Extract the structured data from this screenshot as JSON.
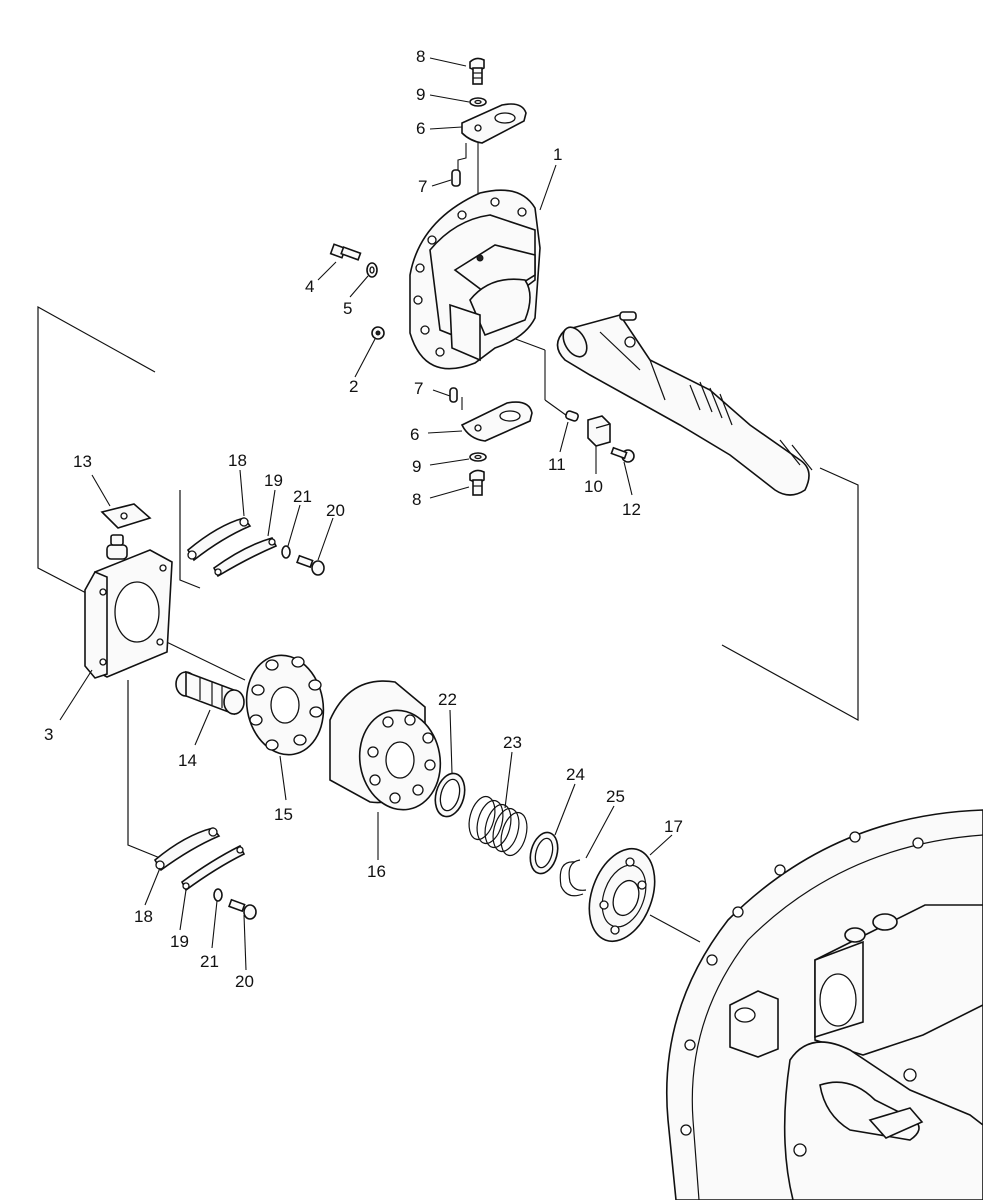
{
  "callouts": [
    {
      "id": "c8a",
      "text": "8"
    },
    {
      "id": "c9a",
      "text": "9"
    },
    {
      "id": "c6a",
      "text": "6"
    },
    {
      "id": "c7a",
      "text": "7"
    },
    {
      "id": "c1",
      "text": "1"
    },
    {
      "id": "c4",
      "text": "4"
    },
    {
      "id": "c5",
      "text": "5"
    },
    {
      "id": "c2",
      "text": "2"
    },
    {
      "id": "c7b",
      "text": "7"
    },
    {
      "id": "c6b",
      "text": "6"
    },
    {
      "id": "c9b",
      "text": "9"
    },
    {
      "id": "c8b",
      "text": "8"
    },
    {
      "id": "c11",
      "text": "11"
    },
    {
      "id": "c10",
      "text": "10"
    },
    {
      "id": "c12",
      "text": "12"
    },
    {
      "id": "c13",
      "text": "13"
    },
    {
      "id": "c18a",
      "text": "18"
    },
    {
      "id": "c19a",
      "text": "19"
    },
    {
      "id": "c21a",
      "text": "21"
    },
    {
      "id": "c20a",
      "text": "20"
    },
    {
      "id": "c3",
      "text": "3"
    },
    {
      "id": "c14",
      "text": "14"
    },
    {
      "id": "c15",
      "text": "15"
    },
    {
      "id": "c16",
      "text": "16"
    },
    {
      "id": "c22",
      "text": "22"
    },
    {
      "id": "c23",
      "text": "23"
    },
    {
      "id": "c24",
      "text": "24"
    },
    {
      "id": "c25",
      "text": "25"
    },
    {
      "id": "c17",
      "text": "17"
    },
    {
      "id": "c18b",
      "text": "18"
    },
    {
      "id": "c19b",
      "text": "19"
    },
    {
      "id": "c21b",
      "text": "21"
    },
    {
      "id": "c20b",
      "text": "20"
    }
  ]
}
